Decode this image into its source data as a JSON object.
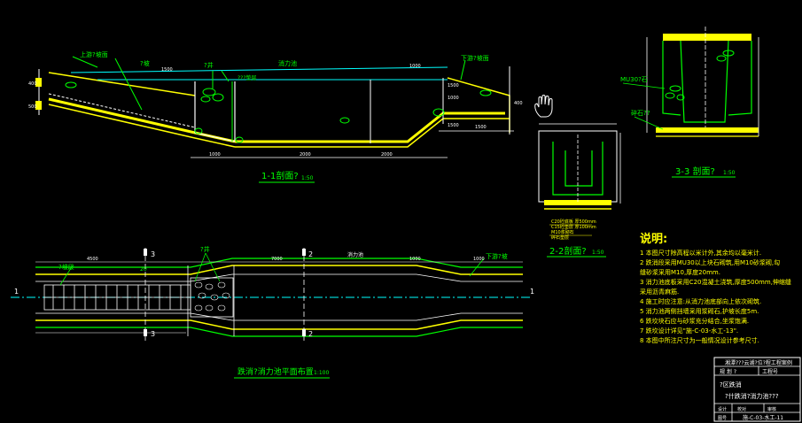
{
  "sections": {
    "s1": {
      "title": "1-1剖面?",
      "scale": "1:50",
      "labels": {
        "upstream": "上游?坡面",
        "slope": "?坡",
        "wall": "?井",
        "pool": "消力池",
        "note": "???垫层",
        "downstream": "下游?坡面"
      },
      "dims": [
        "1500",
        "1000",
        "1500",
        "1000",
        "1500",
        "2000",
        "1000",
        "1500",
        "2000",
        "400",
        "500",
        "400"
      ]
    },
    "s2": {
      "title": "2-2剖面?",
      "scale": "1:50",
      "notes": [
        "C20砼底板 厚500mm",
        "C15砼垫层 厚100mm",
        "M10浆砌石",
        "碎石垫层"
      ]
    },
    "s3": {
      "title": "3-3 剖面?",
      "scale": "1:50",
      "labels": {
        "mu": "MU30?石",
        "base": "碎石??"
      }
    }
  },
  "plan": {
    "title": "跌消?消力池平面布置",
    "scale": "1:100",
    "labels": {
      "left": "?坡段",
      "wall": "?井",
      "mid": "消力池",
      "right": "下游?坡",
      "beta": "20"
    },
    "dims": [
      "4500",
      "7000",
      "1000",
      "1000"
    ],
    "markers": {
      "m1": "1",
      "m2": "2",
      "m3": "3"
    }
  },
  "notes": {
    "title": "说明:",
    "items": [
      "1  本图尺寸除高程以米计外,其余均以毫米计.",
      "2  跌消段采用MU30以上块石砌筑,用M10砂浆砌,勾",
      "    缝砂浆采用M10,厚度20mm.",
      "3  消力池底板采用C20混凝土浇筑,厚度500mm,伸缩缝",
      "    采用沥青麻筋.",
      "4  施工时应注意:从消力池底部向上依次砌筑.",
      "5  消力池两侧挡墙采用浆砌石,护坡长度5m.",
      "6  跌坎块石应与砂浆充分结合,坐浆饱满.",
      "7  跌坎设计详见\"施-C-03-水工-13\".",
      "8  本图中所注尺寸为一般情况设计参考尺寸."
    ]
  },
  "title_block": {
    "company": "湘潭???云湖?位?程工程案例",
    "row1": [
      "规  划  ?",
      "工程号"
    ],
    "row2": "?区跌消",
    "row3": "?什跌消?消力池???",
    "row4": [
      "设计",
      "校对",
      "审核"
    ],
    "drawing_no": "施-C-03-水工-11",
    "sheet_label": "图号"
  },
  "colors": {
    "yellow": "#ffff00",
    "green": "#00ff00",
    "cyan": "#00ffff",
    "white": "#ffffff",
    "red": "#ff0000",
    "magenta": "#ff00ff"
  }
}
